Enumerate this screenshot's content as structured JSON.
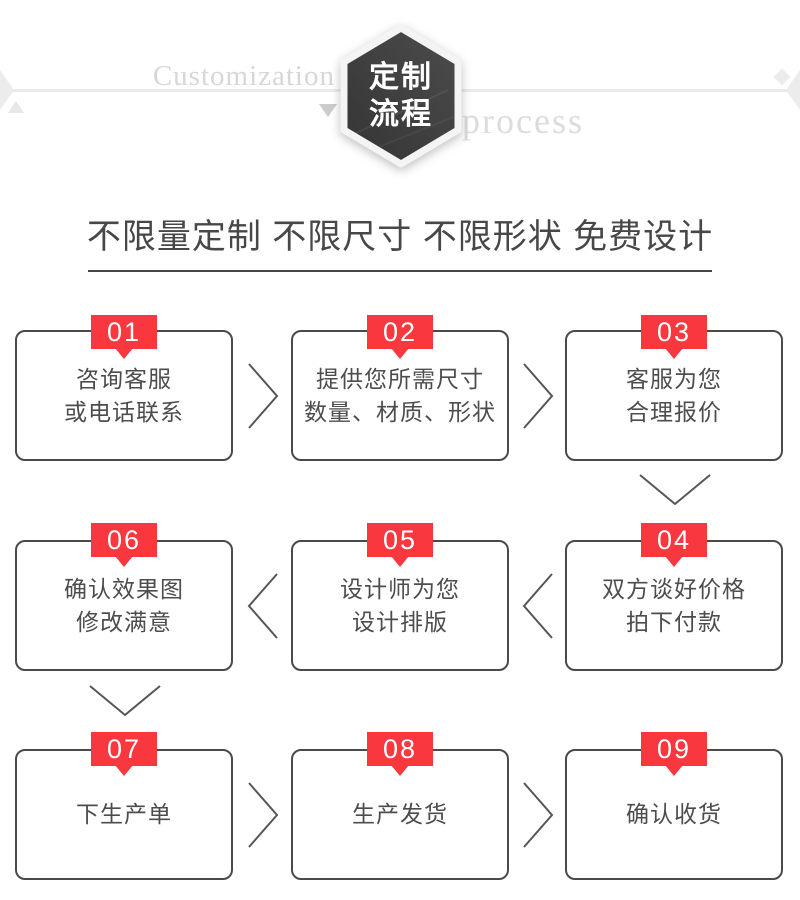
{
  "banner": {
    "left_word": "Customization",
    "right_word": "process",
    "hex_badge": {
      "line1": "定制",
      "line2": "流程"
    }
  },
  "headline": "不限量定制 不限尺寸 不限形状 免费设计",
  "colors": {
    "accent_red": "#f8373f",
    "box_border": "#4a4a4a",
    "hex_dark": "#414141",
    "banner_gray": "#eaeaea"
  },
  "steps": [
    {
      "number": "01",
      "lines": [
        "咨询客服",
        "或电话联系"
      ]
    },
    {
      "number": "02",
      "lines": [
        "提供您所需尺寸",
        "数量、材质、形状"
      ]
    },
    {
      "number": "03",
      "lines": [
        "客服为您",
        "合理报价"
      ]
    },
    {
      "number": "04",
      "lines": [
        "双方谈好价格",
        "拍下付款"
      ]
    },
    {
      "number": "05",
      "lines": [
        "设计师为您",
        "设计排版"
      ]
    },
    {
      "number": "06",
      "lines": [
        "确认效果图",
        "修改满意"
      ]
    },
    {
      "number": "07",
      "lines": [
        "下生产单"
      ]
    },
    {
      "number": "08",
      "lines": [
        "生产发货"
      ]
    },
    {
      "number": "09",
      "lines": [
        "确认收货"
      ]
    }
  ]
}
